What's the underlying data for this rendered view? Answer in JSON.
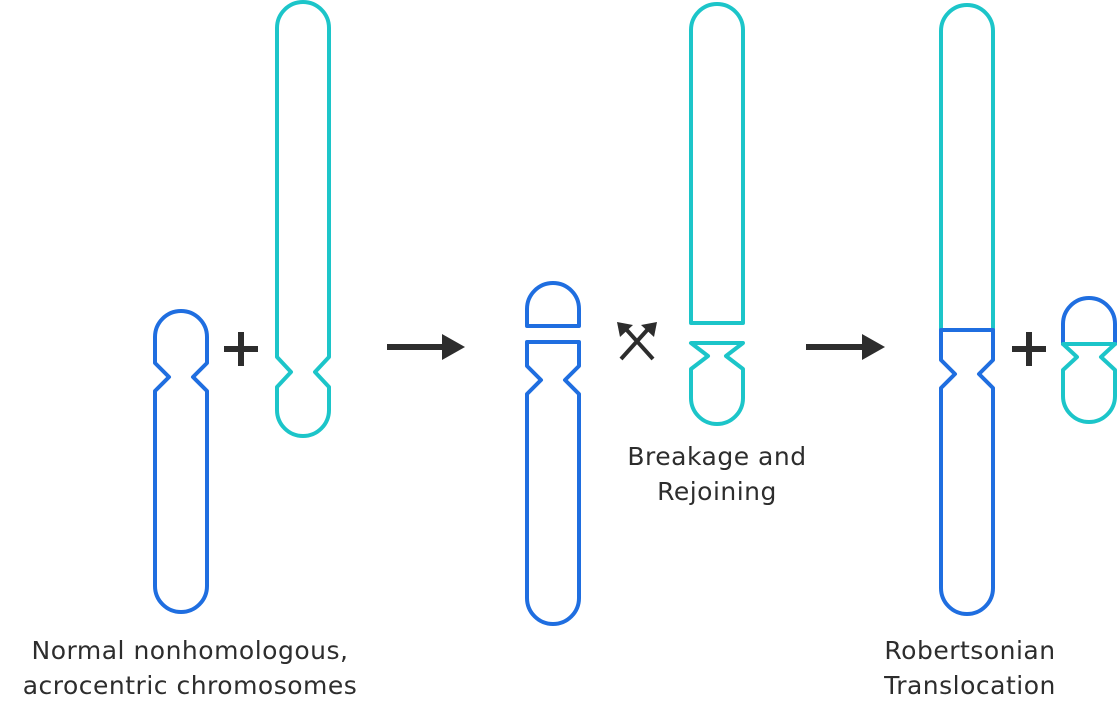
{
  "colors": {
    "blue": "#1f6ee0",
    "teal": "#1cc5c9",
    "dark": "#2d2d2d"
  },
  "labels": {
    "normal_line1": "Normal nonhomologous,",
    "normal_line2": "acrocentric chromosomes",
    "breakage_line1": "Breakage and",
    "breakage_line2": "Rejoining",
    "robertsonian_line1": "Robertsonian",
    "robertsonian_line2": "Translocation"
  },
  "symbols": {
    "plus": "plus-sign-icon",
    "arrow": "right-arrow-icon",
    "breakage": "breakage-crossed-arrows-icon"
  }
}
